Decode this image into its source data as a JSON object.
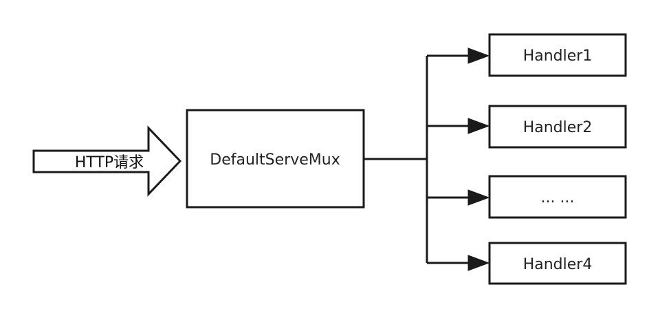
{
  "input": {
    "label": "HTTP请求"
  },
  "mux": {
    "label": "DefaultServeMux"
  },
  "handlers": [
    {
      "label": "Handler1"
    },
    {
      "label": "Handler2"
    },
    {
      "label": "... ..."
    },
    {
      "label": "Handler4"
    }
  ]
}
